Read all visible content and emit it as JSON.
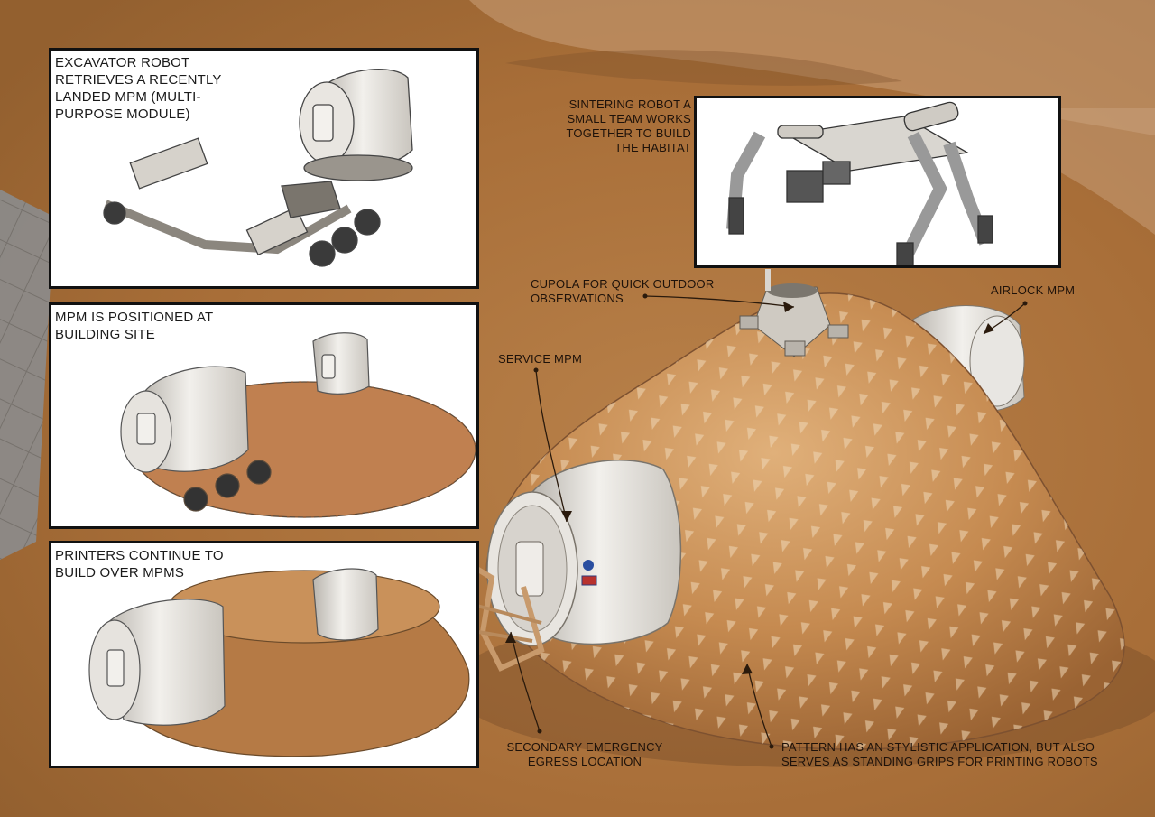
{
  "panels": {
    "excavator": {
      "caption": "EXCAVATOR ROBOT RETRIEVES A RECENTLY LANDED MPM (MULTI-PURPOSE MODULE)"
    },
    "positioned": {
      "caption": "MPM IS POSITIONED AT BUILDING SITE"
    },
    "printers": {
      "caption": "PRINTERS CONTINUE TO BUILD OVER MPMS"
    },
    "sintering": {
      "caption": "SINTERING ROBOT A SMALL TEAM WORKS TOGETHER TO BUILD THE HABITAT"
    }
  },
  "labels": {
    "cupola": "CUPOLA FOR QUICK OUTDOOR OBSERVATIONS",
    "airlock": "AIRLOCK MPM",
    "service": "SERVICE MPM",
    "egress": "SECONDARY EMERGENCY EGRESS LOCATION",
    "pattern": "PATTERN HAS AN STYLISTIC APPLICATION, BUT ALSO SERVES AS STANDING GRIPS FOR PRINTING ROBOTS"
  },
  "colors": {
    "terrain": "#b07840",
    "dome": "#c58a50",
    "module": "#e6e3de",
    "panel_border": "#111111"
  },
  "icons": [
    "us-flag-icon",
    "nasa-logo-icon"
  ]
}
